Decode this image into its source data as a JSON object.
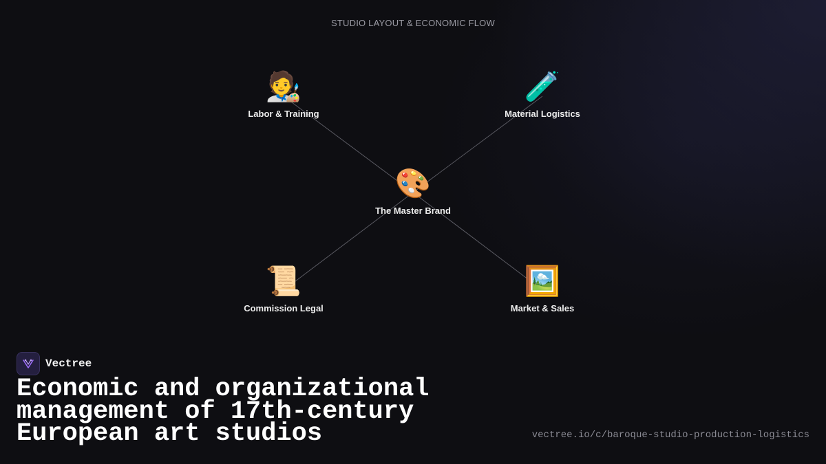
{
  "diagram": {
    "title": "STUDIO LAYOUT & ECONOMIC FLOW",
    "center": {
      "id": "center",
      "label": "The Master Brand",
      "icon": "🎨",
      "icon_name": "artist-palette-icon"
    },
    "nodes": [
      {
        "id": "labor",
        "label": "Labor & Training",
        "icon": "🧑‍🎨",
        "icon_name": "artist-icon"
      },
      {
        "id": "material",
        "label": "Material Logistics",
        "icon": "🧪",
        "icon_name": "test-tube-icon"
      },
      {
        "id": "legal",
        "label": "Commission Legal",
        "icon": "📜",
        "icon_name": "scroll-icon"
      },
      {
        "id": "market",
        "label": "Market & Sales",
        "icon": "🖼️",
        "icon_name": "framed-picture-icon"
      }
    ],
    "edges": [
      {
        "from": "center",
        "to": "labor"
      },
      {
        "from": "center",
        "to": "material"
      },
      {
        "from": "center",
        "to": "legal"
      },
      {
        "from": "center",
        "to": "market"
      }
    ],
    "edge_color": "#5a5a62"
  },
  "brand": {
    "name": "Vectree",
    "logo_icon": "vectree-logo-icon",
    "accent": "#8a5cf6"
  },
  "headline": "Economic and organizational management of 17th-century European art studios",
  "url": "vectree.io/c/baroque-studio-production-logistics"
}
